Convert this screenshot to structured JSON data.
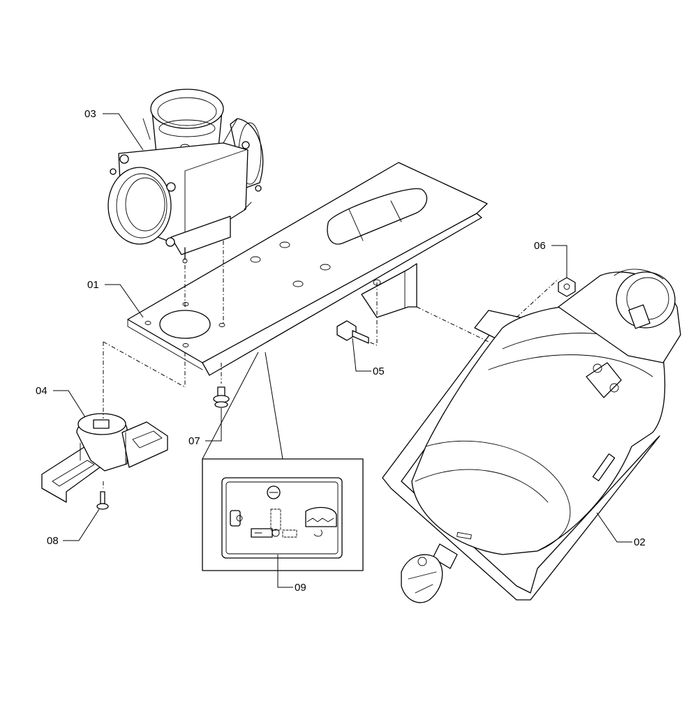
{
  "callouts": {
    "c01": "01",
    "c02": "02",
    "c03": "03",
    "c04": "04",
    "c05": "05",
    "c06": "06",
    "c07": "07",
    "c08": "08",
    "c09": "09"
  }
}
